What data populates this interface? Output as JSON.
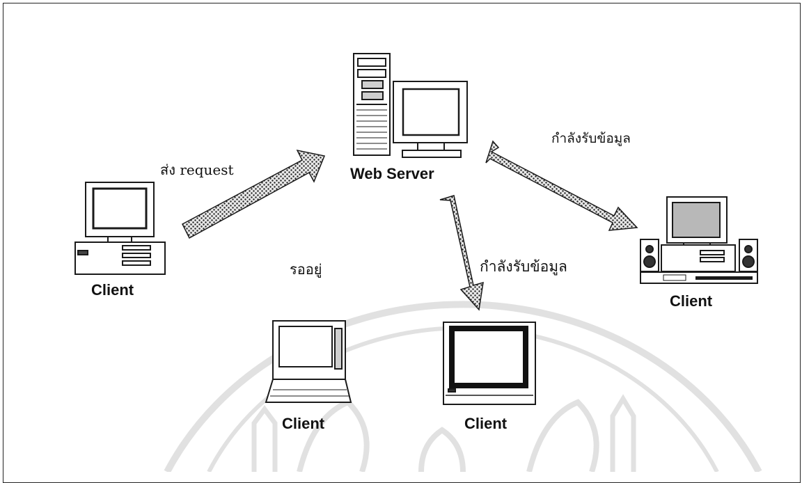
{
  "nodes": {
    "server_label": "Web Server",
    "client_left_label": "Client",
    "client_right_label": "Client",
    "client_laptop_label": "Client",
    "client_mac_label": "Client"
  },
  "edges": {
    "send_request": "ส่ง request",
    "receiving_right": "กำลังรับข้อมูล",
    "receiving_down": "กำลังรับข้อมูล",
    "waiting": "รออยู่"
  },
  "colors": {
    "line": "#1a1a1a",
    "screen": "#ffffff",
    "screen_gray": "#b8b8b8",
    "arrow_fill": "#d9d9d9",
    "watermark": "#c9c9c9"
  },
  "icons": [
    "desktop-computer-icon",
    "server-tower-icon",
    "laptop-icon",
    "compact-computer-icon",
    "watermark-seal-icon"
  ]
}
